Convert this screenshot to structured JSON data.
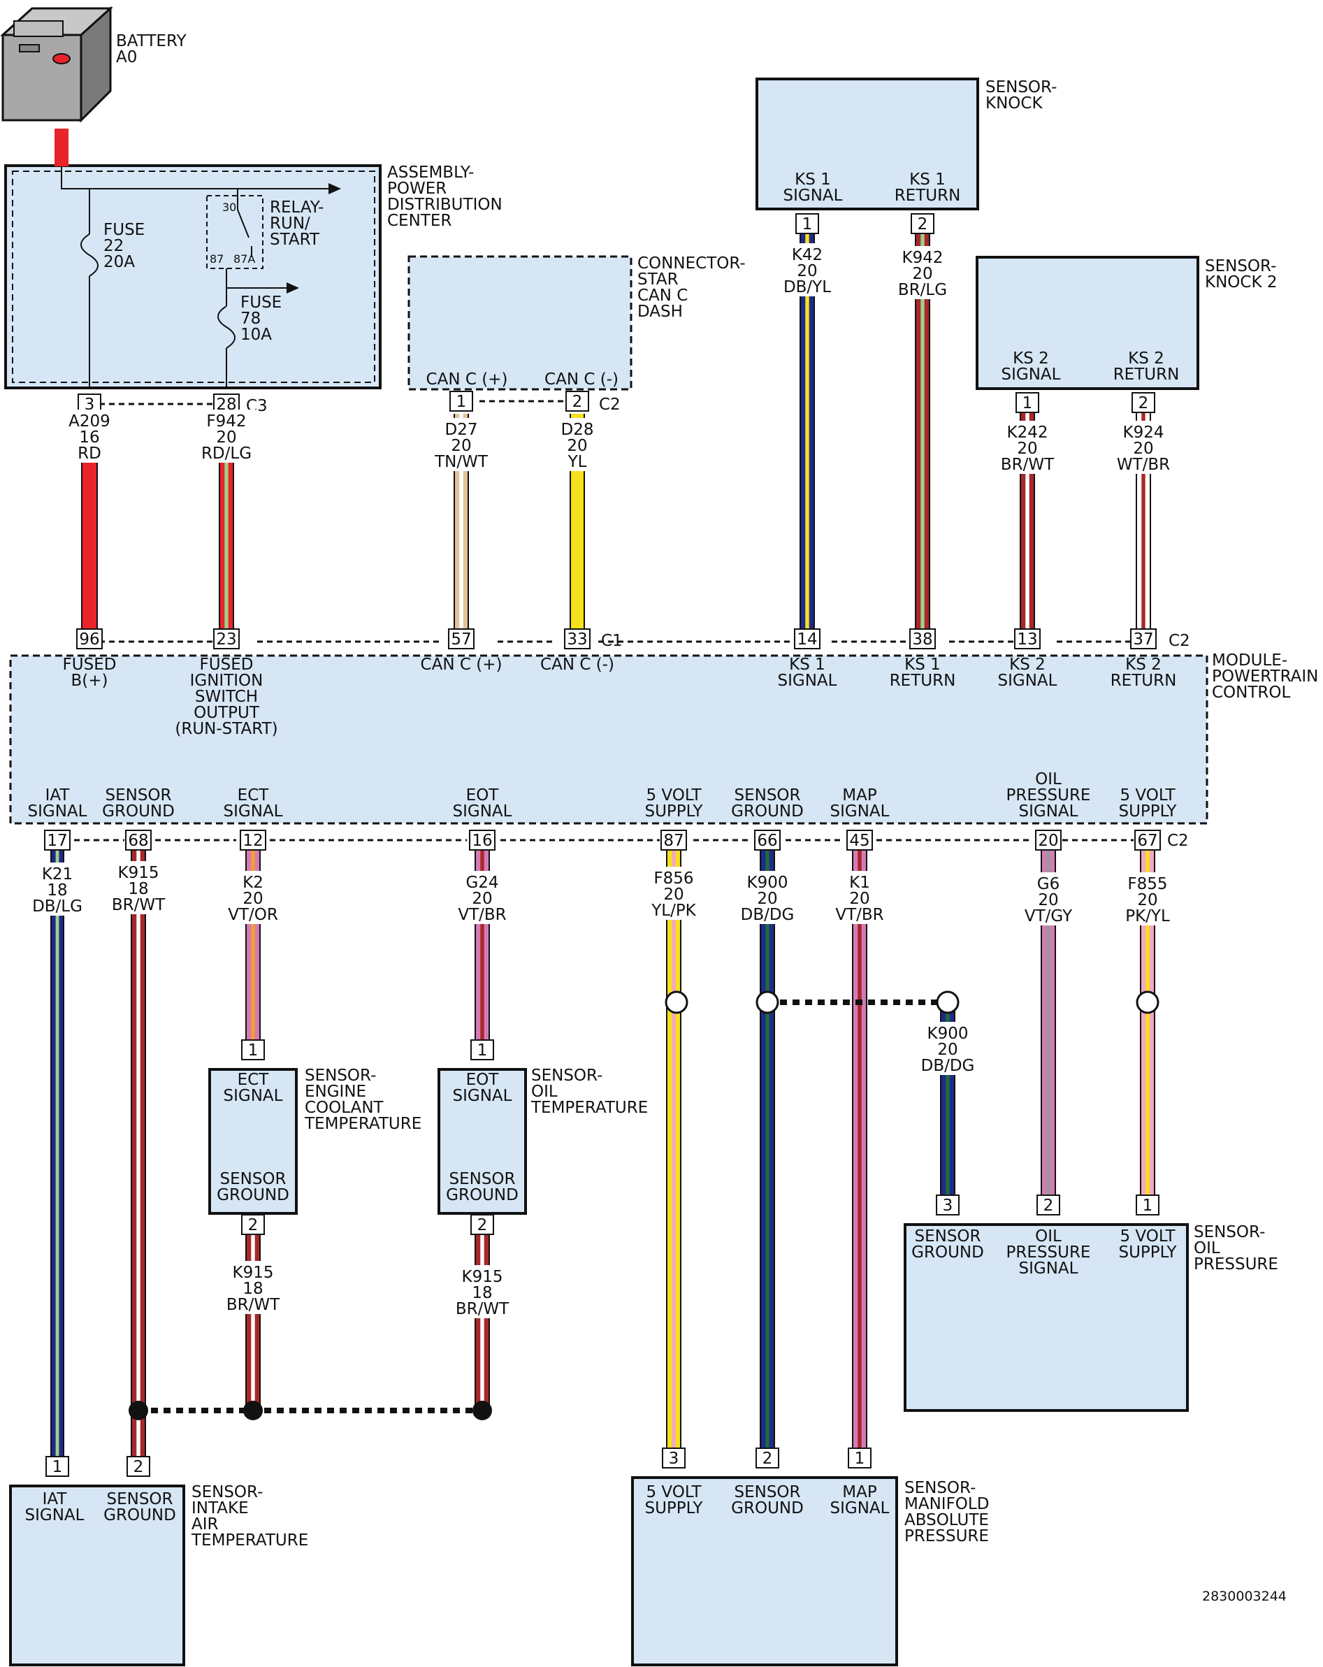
{
  "colors": {
    "RD": "#e8232a",
    "DB": "#1f2a8a",
    "YL": "#f6e21a",
    "LG": "#9fd08a",
    "BR": "#a8282a",
    "WT": "#ffffff",
    "TN": "#e3c29b",
    "VT": "#d47bb5",
    "OR": "#f0a030",
    "DG": "#1f6b3a",
    "PK": "#f2a7c7",
    "GY": "#9a9a9a",
    "component_fill": "#d6e6f5"
  },
  "diagram_id": "2830003244",
  "components": {
    "battery": {
      "lines": [
        "BATTERY",
        "A0"
      ],
      "icon": "battery-icon"
    },
    "pdc": {
      "lines": [
        "ASSEMBLY-",
        "POWER",
        "DISTRIBUTION",
        "CENTER"
      ],
      "fuse22": [
        "FUSE",
        "22",
        "20A"
      ],
      "fuse78": [
        "FUSE",
        "78",
        "10A"
      ],
      "relay": [
        "RELAY-",
        "RUN/",
        "START"
      ],
      "relay_pins": [
        "30",
        "87",
        "87A"
      ],
      "connector": "C3"
    },
    "star": {
      "lines": [
        "CONNECTOR-",
        "STAR",
        "CAN C",
        "DASH"
      ],
      "pin1": "CAN C (+)",
      "pin2": "CAN C (-)",
      "connector": "C2"
    },
    "knock1": {
      "lines": [
        "SENSOR-",
        "KNOCK"
      ],
      "sig": [
        "KS 1",
        "SIGNAL"
      ],
      "ret": [
        "KS 1",
        "RETURN"
      ]
    },
    "knock2": {
      "lines": [
        "SENSOR-",
        "KNOCK 2"
      ],
      "sig": [
        "KS 2",
        "SIGNAL"
      ],
      "ret": [
        "KS 2",
        "RETURN"
      ]
    },
    "pcm": {
      "lines": [
        "MODULE-",
        "POWERTRAIN",
        "CONTROL"
      ],
      "c1": "C1",
      "c2": "C2",
      "c2b": "C2",
      "top_pins": [
        {
          "pin": "96",
          "label": [
            "FUSED",
            "B(+)"
          ]
        },
        {
          "pin": "23",
          "label": [
            "FUSED",
            "IGNITION",
            "SWITCH",
            "OUTPUT",
            "(RUN-START)"
          ]
        },
        {
          "pin": "57",
          "label": [
            "CAN C (+)"
          ]
        },
        {
          "pin": "33",
          "label": [
            "CAN C (-)"
          ]
        },
        {
          "pin": "14",
          "label": [
            "KS 1",
            "SIGNAL"
          ]
        },
        {
          "pin": "38",
          "label": [
            "KS 1",
            "RETURN"
          ]
        },
        {
          "pin": "13",
          "label": [
            "KS 2",
            "SIGNAL"
          ]
        },
        {
          "pin": "37",
          "label": [
            "KS 2",
            "RETURN"
          ]
        }
      ],
      "bottom_pins": [
        {
          "pin": "17",
          "label": [
            "IAT",
            "SIGNAL"
          ]
        },
        {
          "pin": "68",
          "label": [
            "SENSOR",
            "GROUND"
          ]
        },
        {
          "pin": "12",
          "label": [
            "ECT",
            "SIGNAL"
          ]
        },
        {
          "pin": "16",
          "label": [
            "EOT",
            "SIGNAL"
          ]
        },
        {
          "pin": "87",
          "label": [
            "5 VOLT",
            "SUPPLY"
          ]
        },
        {
          "pin": "66",
          "label": [
            "SENSOR",
            "GROUND"
          ]
        },
        {
          "pin": "45",
          "label": [
            "MAP",
            "SIGNAL"
          ]
        },
        {
          "pin": "20",
          "label": [
            "OIL",
            "PRESSURE",
            "SIGNAL"
          ]
        },
        {
          "pin": "67",
          "label": [
            "5 VOLT",
            "SUPPLY"
          ]
        }
      ]
    },
    "ect": {
      "lines": [
        "SENSOR-",
        "ENGINE",
        "COOLANT",
        "TEMPERATURE"
      ],
      "sig": [
        "ECT",
        "SIGNAL"
      ],
      "gnd": [
        "SENSOR",
        "GROUND"
      ]
    },
    "eot": {
      "lines": [
        "SENSOR-",
        "OIL",
        "TEMPERATURE"
      ],
      "sig": [
        "EOT",
        "SIGNAL"
      ],
      "gnd": [
        "SENSOR",
        "GROUND"
      ]
    },
    "iat": {
      "lines": [
        "SENSOR-",
        "INTAKE",
        "AIR",
        "TEMPERATURE"
      ],
      "sig": [
        "IAT",
        "SIGNAL"
      ],
      "gnd": [
        "SENSOR",
        "GROUND"
      ]
    },
    "map": {
      "lines": [
        "SENSOR-",
        "MANIFOLD",
        "ABSOLUTE",
        "PRESSURE"
      ],
      "p3": [
        "5 VOLT",
        "SUPPLY"
      ],
      "p2": [
        "SENSOR",
        "GROUND"
      ],
      "p1": [
        "MAP",
        "SIGNAL"
      ]
    },
    "oilp": {
      "lines": [
        "SENSOR-",
        "OIL",
        "PRESSURE"
      ],
      "p3": [
        "SENSOR",
        "GROUND"
      ],
      "p2": [
        "OIL",
        "PRESSURE",
        "SIGNAL"
      ],
      "p1": [
        "5 VOLT",
        "SUPPLY"
      ]
    }
  },
  "wires": {
    "a209": {
      "circuit": "A209",
      "gauge": "16",
      "color": "RD"
    },
    "f942": {
      "circuit": "F942",
      "gauge": "20",
      "color": "RD/LG"
    },
    "d27": {
      "circuit": "D27",
      "gauge": "20",
      "color": "TN/WT"
    },
    "d28": {
      "circuit": "D28",
      "gauge": "20",
      "color": "YL"
    },
    "k42": {
      "circuit": "K42",
      "gauge": "20",
      "color": "DB/YL"
    },
    "k942": {
      "circuit": "K942",
      "gauge": "20",
      "color": "BR/LG"
    },
    "k242": {
      "circuit": "K242",
      "gauge": "20",
      "color": "BR/WT"
    },
    "k924": {
      "circuit": "K924",
      "gauge": "20",
      "color": "WT/BR"
    },
    "k21": {
      "circuit": "K21",
      "gauge": "18",
      "color": "DB/LG"
    },
    "k915a": {
      "circuit": "K915",
      "gauge": "18",
      "color": "BR/WT"
    },
    "k2": {
      "circuit": "K2",
      "gauge": "20",
      "color": "VT/OR"
    },
    "g24": {
      "circuit": "G24",
      "gauge": "20",
      "color": "VT/BR"
    },
    "f856": {
      "circuit": "F856",
      "gauge": "20",
      "color": "YL/PK"
    },
    "k900a": {
      "circuit": "K900",
      "gauge": "20",
      "color": "DB/DG"
    },
    "k1": {
      "circuit": "K1",
      "gauge": "20",
      "color": "VT/BR"
    },
    "g6": {
      "circuit": "G6",
      "gauge": "20",
      "color": "VT/GY"
    },
    "f855": {
      "circuit": "F855",
      "gauge": "20",
      "color": "PK/YL"
    },
    "k915b": {
      "circuit": "K915",
      "gauge": "18",
      "color": "BR/WT"
    },
    "k915c": {
      "circuit": "K915",
      "gauge": "18",
      "color": "BR/WT"
    },
    "k900b": {
      "circuit": "K900",
      "gauge": "20",
      "color": "DB/DG"
    }
  },
  "pins": {
    "pdc3": "3",
    "pdc28": "28",
    "star1": "1",
    "star2": "2",
    "ks1_1": "1",
    "ks1_2": "2",
    "ks2_1": "1",
    "ks2_2": "2",
    "ect1": "1",
    "ect2": "2",
    "eot1": "1",
    "eot2": "2",
    "iat1": "1",
    "iat2": "2",
    "map3": "3",
    "map2": "2",
    "map1": "1",
    "op3": "3",
    "op2": "2",
    "op1": "1"
  }
}
